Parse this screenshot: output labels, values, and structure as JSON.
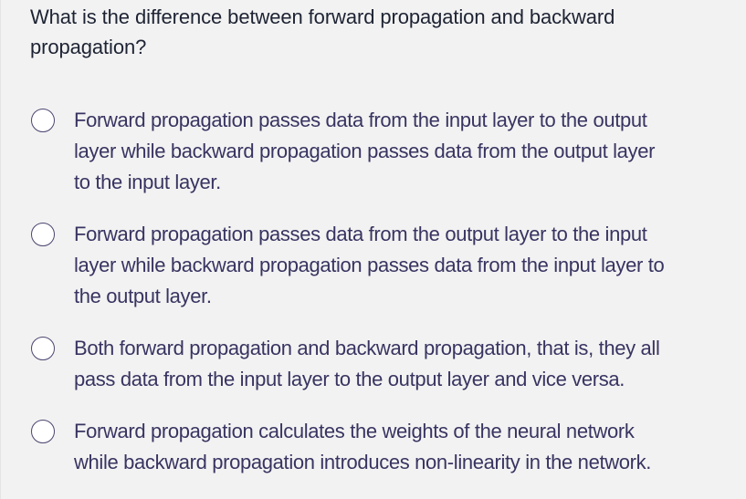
{
  "question": {
    "lines": [
      "What is the difference between forward propagation and backward",
      "propagation?"
    ],
    "text": "What is the difference between forward propagation and backward propagation?"
  },
  "options": [
    {
      "selected": false,
      "text": "Forward propagation passes data from the input layer to the output layer while backward propagation passes data from the output layer to the input layer.",
      "lines": [
        "Forward propagation passes data from the input layer to the output",
        "layer while backward propagation passes data from the output layer",
        "to the input layer."
      ]
    },
    {
      "selected": false,
      "text": "Forward propagation passes data from the output layer to the input layer while backward propagation passes data from the input layer to the output layer.",
      "lines": [
        "Forward propagation passes data from the output layer to the input",
        "layer while backward propagation passes data from the input layer to",
        "the output layer."
      ]
    },
    {
      "selected": false,
      "text": "Both forward propagation and backward propagation, that is, they all pass data from the input layer to the output layer and vice versa.",
      "lines": [
        "Both forward propagation and backward propagation, that is, they all",
        "pass data from the input layer to the output layer and vice versa."
      ]
    },
    {
      "selected": false,
      "text": "Forward propagation calculates the weights of the neural network while backward propagation introduces non-linearity in the network.",
      "lines": [
        "Forward propagation calculates the weights of the neural network",
        "while backward propagation introduces non-linearity in the network."
      ]
    }
  ],
  "colors": {
    "background": "#f2f2f2",
    "question_text": "#1d2333",
    "option_text": "#383461",
    "radio_border": "#4a4670",
    "radio_fill": "#ffffff"
  }
}
